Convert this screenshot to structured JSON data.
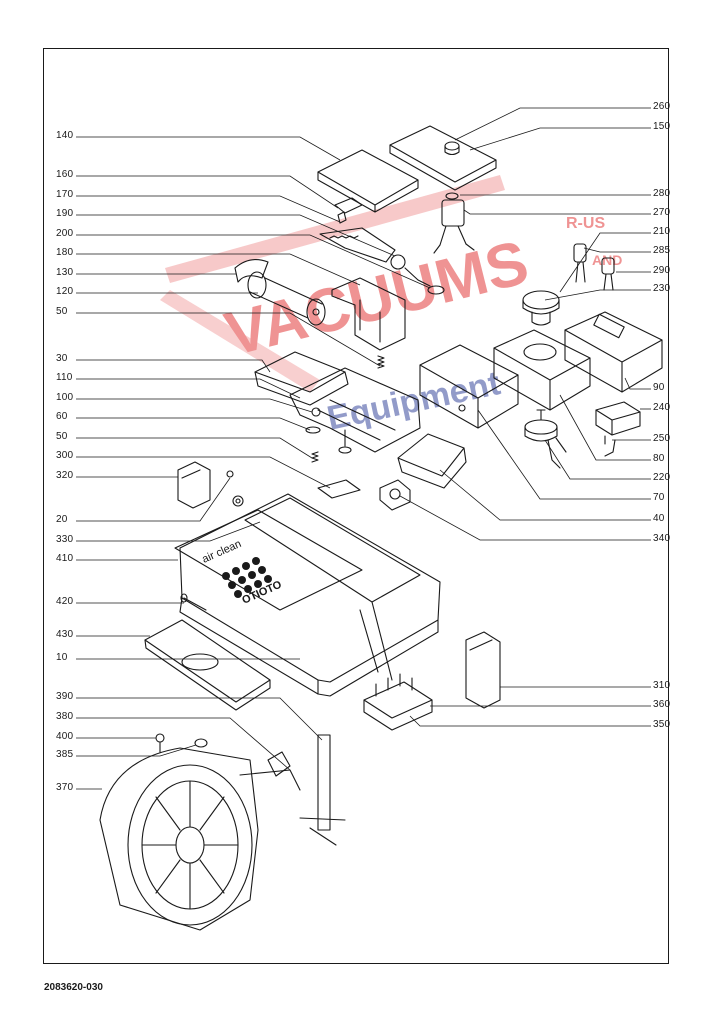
{
  "watermark": {
    "brand": "VACUUMS",
    "tag_top": "R-US",
    "tag_bottom": "AND",
    "sub": "Equipment",
    "color": "#e23b3b",
    "color2": "#3a4a9e"
  },
  "print_text": {
    "filter_line1": "air clean",
    "filter_line2": "OTIOTO"
  },
  "left_labels": [
    "140",
    "160",
    "170",
    "190",
    "200",
    "180",
    "130",
    "120",
    "50",
    "30",
    "110",
    "100",
    "60",
    "50",
    "300",
    "320",
    "20",
    "330",
    "410",
    "420",
    "430",
    "10",
    "390",
    "380",
    "400",
    "385",
    "370"
  ],
  "right_labels": [
    "260",
    "150",
    "280",
    "270",
    "210",
    "285",
    "290",
    "230",
    "90",
    "240",
    "250",
    "80",
    "220",
    "70",
    "40",
    "340",
    "310",
    "360",
    "350"
  ],
  "document_number": "2083620-030"
}
